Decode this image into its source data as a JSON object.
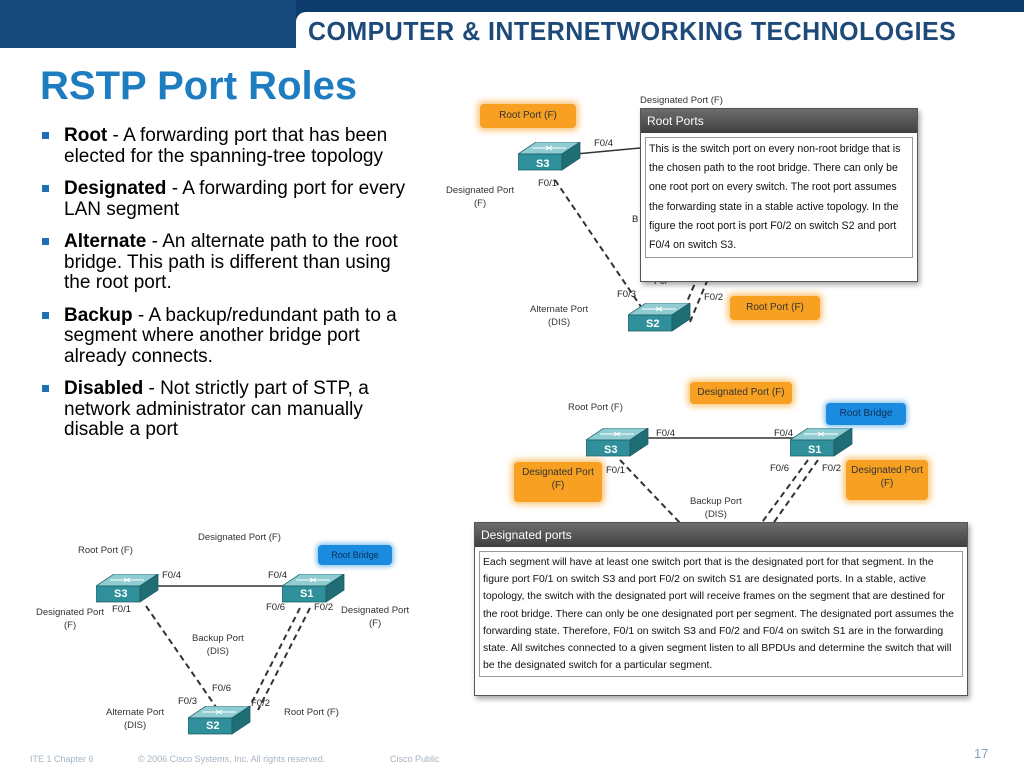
{
  "header": {
    "banner": "COMPUTER & INTERNETWORKING TECHNOLOGIES"
  },
  "slide": {
    "title": "RSTP Port Roles",
    "bullets": [
      {
        "term": "Root",
        "text": " - A forwarding port that has been elected for the spanning-tree topology"
      },
      {
        "term": "Designated",
        "text": " - A forwarding port for every LAN segment"
      },
      {
        "term": "Alternate",
        "text": " - An alternate path to the root bridge. This path is different than using the root port."
      },
      {
        "term": "Backup",
        "text": " - A backup/redundant path to a segment where another bridge port already connects."
      },
      {
        "term": "Disabled",
        "text": " - Not strictly part of STP, a network administrator can manually disable a port"
      }
    ]
  },
  "diagram_top": {
    "root_port_s3": "Root Port (F)",
    "designated_port_top": "Designated Port (F)",
    "designated_port_left": "Designated Port\n(F)",
    "alternate_port": "Alternate Port\n(DIS)",
    "root_port_s2": "Root Port (F)",
    "switch_s3": "S3",
    "switch_s2": "S2",
    "port_f04": "F0/4",
    "port_f01": "F0/1",
    "port_f03": "F0/3",
    "port_f02": "F0/2",
    "port_partial_b": "B",
    "port_partial_f0": "F0/",
    "popup": {
      "title": "Root Ports",
      "body": "This is the switch port on every non-root bridge that is the chosen path to the root bridge. There can only be one root port on every switch. The root port assumes the forwarding state in a stable active topology. In the figure the root port is port F0/2 on switch S2 and port F0/4 on switch S3."
    }
  },
  "diagram_right": {
    "designated_port_top": "Designated Port (F)",
    "root_port": "Root Port (F)",
    "root_bridge": "Root Bridge",
    "designated_port_s3": "Designated Port\n(F)",
    "designated_port_s1": "Designated Port\n(F)",
    "backup_port": "Backup Port\n(DIS)",
    "switch_s3": "S3",
    "switch_s1": "S1",
    "port_f04_a": "F0/4",
    "port_f04_b": "F0/4",
    "port_f01": "F0/1",
    "port_f06": "F0/6",
    "port_f02": "F0/2",
    "popup": {
      "title": "Designated ports",
      "body": "Each segment will have at least one switch port that is the designated port for that segment. In the figure port F0/1 on switch S3 and port F0/2 on switch S1 are designated ports. In a stable, active topology, the switch with the designated port will receive frames on the segment that are destined for the root bridge. There can only be one designated port per segment. The designated port assumes the forwarding state. Therefore, F0/1 on switch S3 and F0/2 and F0/4 on switch S1 are in the forwarding state. All switches connected to a given segment listen to all BPDUs and determine the switch that will be the designated switch for a particular segment."
    }
  },
  "diagram_bottom": {
    "designated_port_top": "Designated Port (F)",
    "root_port": "Root Port (F)",
    "root_bridge": "Root Bridge",
    "designated_port_left": "Designated Port\n(F)",
    "designated_port_right": "Designated Port\n(F)",
    "backup_port": "Backup Port\n(DIS)",
    "alternate_port": "Alternate Port\n(DIS)",
    "root_port_s2": "Root Port (F)",
    "switch_s3": "S3",
    "switch_s1": "S1",
    "switch_s2": "S2",
    "port_f04_a": "F0/4",
    "port_f04_b": "F0/4",
    "port_f01": "F0/1",
    "port_f06_a": "F0/6",
    "port_f02_a": "F0/2",
    "port_f06_b": "F0/6",
    "port_f03": "F0/3",
    "port_f02_b": "F0/2"
  },
  "footer": {
    "course": "ITE 1 Chapter 6",
    "copyright": "© 2006 Cisco Systems, Inc. All rights reserved.",
    "classification": "Cisco Public",
    "page": "17"
  },
  "colors": {
    "title_blue": "#1e7cc0",
    "header_navy": "#0d3b6b",
    "orange_label": "#f7a021",
    "blue_label": "#1b8be0",
    "switch_teal": "#2f8f9a"
  }
}
